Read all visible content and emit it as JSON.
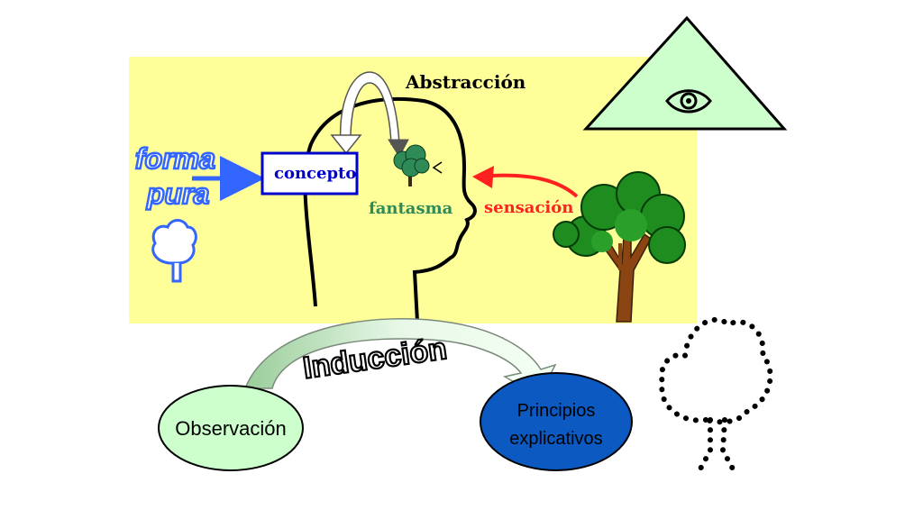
{
  "diagram": {
    "abstraction_label": "Abstracción",
    "forma_label": "forma",
    "pura_label": "pura",
    "concepto_label": "concepto",
    "fantasma_label": "fantasma",
    "sensacion_label": "sensación",
    "induccion_label": "Inducción",
    "observacion_label": "Observación",
    "principios_line1": "Principios",
    "principios_line2": "explicativos"
  },
  "colors": {
    "panel_bg": "#FFFF99",
    "blue": "#3366FF",
    "box_border": "#0000CC",
    "red": "#FF2020",
    "green_text": "#2E8B57",
    "pyramid_fill": "#CCFFCC",
    "observacion_fill": "#CCFFCC",
    "principios_fill": "#0B59C1",
    "tree_green": "#1E8C1E",
    "trunk_brown": "#8B4513"
  },
  "icons": {
    "eye": "eye-icon",
    "tree": "tree-icon",
    "outline_tree": "outline-tree-icon",
    "dotted_tree": "dotted-tree-icon"
  }
}
